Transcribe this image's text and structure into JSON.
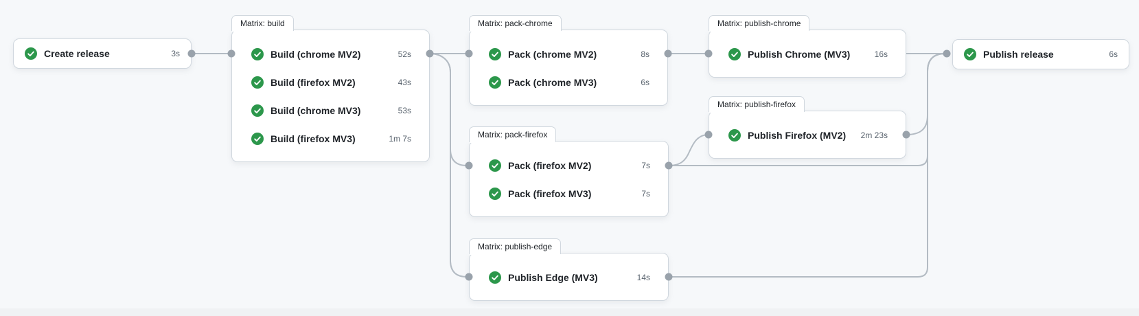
{
  "theme": {
    "background": "#f6f8fa",
    "box_background": "#ffffff",
    "border_color": "#d0d7de",
    "line_color": "#b3bbc3",
    "dot_color": "#99a2ab",
    "success_color": "#2c974b",
    "text_color": "#1f2328",
    "muted_color": "#59636e"
  },
  "icons": {
    "job_status": "check-circle-icon"
  },
  "nodes": [
    {
      "id": "create-release",
      "label": "Create release",
      "duration": "3s",
      "status": "success"
    },
    {
      "id": "publish-release",
      "label": "Publish release",
      "duration": "6s",
      "status": "success"
    }
  ],
  "groups": [
    {
      "id": "build",
      "tab": "Matrix: build",
      "jobs": [
        {
          "label": "Build (chrome MV2)",
          "duration": "52s",
          "status": "success"
        },
        {
          "label": "Build (firefox MV2)",
          "duration": "43s",
          "status": "success"
        },
        {
          "label": "Build (chrome MV3)",
          "duration": "53s",
          "status": "success"
        },
        {
          "label": "Build (firefox MV3)",
          "duration": "1m 7s",
          "status": "success"
        }
      ]
    },
    {
      "id": "pack-chrome",
      "tab": "Matrix: pack-chrome",
      "jobs": [
        {
          "label": "Pack (chrome MV2)",
          "duration": "8s",
          "status": "success"
        },
        {
          "label": "Pack (chrome MV3)",
          "duration": "6s",
          "status": "success"
        }
      ]
    },
    {
      "id": "pack-firefox",
      "tab": "Matrix: pack-firefox",
      "jobs": [
        {
          "label": "Pack (firefox MV2)",
          "duration": "7s",
          "status": "success"
        },
        {
          "label": "Pack (firefox MV3)",
          "duration": "7s",
          "status": "success"
        }
      ]
    },
    {
      "id": "publish-chrome",
      "tab": "Matrix: publish-chrome",
      "jobs": [
        {
          "label": "Publish Chrome (MV3)",
          "duration": "16s",
          "status": "success"
        }
      ]
    },
    {
      "id": "publish-firefox",
      "tab": "Matrix: publish-firefox",
      "jobs": [
        {
          "label": "Publish Firefox (MV2)",
          "duration": "2m 23s",
          "status": "success"
        }
      ]
    },
    {
      "id": "publish-edge",
      "tab": "Matrix: publish-edge",
      "jobs": [
        {
          "label": "Publish Edge (MV3)",
          "duration": "14s",
          "status": "success"
        }
      ]
    }
  ]
}
